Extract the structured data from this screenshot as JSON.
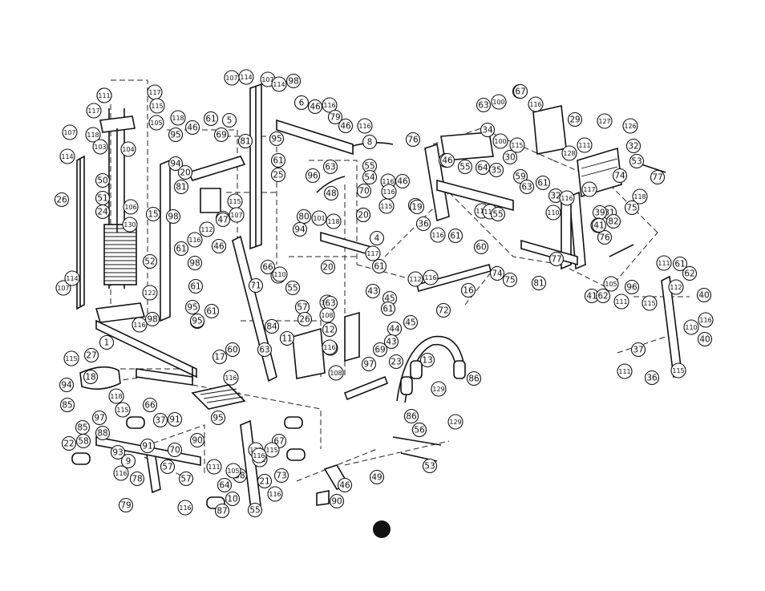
{
  "diagram": {
    "callouts": [
      "116",
      "117",
      "118",
      "107",
      "117",
      "115",
      "105",
      "103",
      "104",
      "114",
      "26",
      "50",
      "51",
      "24",
      "106",
      "130",
      "15",
      "52",
      "122",
      "107",
      "114",
      "116",
      "98",
      "1",
      "107",
      "114",
      "118",
      "46",
      "61",
      "5",
      "95",
      "69",
      "81",
      "94",
      "20",
      "81",
      "98",
      "115",
      "47",
      "61",
      "112",
      "116",
      "46",
      "98",
      "61",
      "95",
      "98",
      "61",
      "95",
      "107",
      "114",
      "107",
      "98",
      "6",
      "46",
      "116",
      "79",
      "46",
      "116",
      "8",
      "55",
      "61",
      "25",
      "95",
      "63",
      "54",
      "96",
      "48",
      "70",
      "80",
      "101",
      "118",
      "94",
      "20",
      "4",
      "117",
      "61",
      "20",
      "66",
      "116",
      "55",
      "71",
      "110",
      "57",
      "26",
      "84",
      "11",
      "63",
      "116",
      "17",
      "60",
      "116",
      "47",
      "95",
      "116",
      "63",
      "108",
      "12",
      "108",
      "116",
      "43",
      "45",
      "61",
      "44",
      "45",
      "43",
      "69",
      "97",
      "23",
      "72",
      "13",
      "129",
      "129",
      "86",
      "86",
      "53",
      "76",
      "46",
      "55",
      "64",
      "35",
      "116",
      "116",
      "20",
      "115",
      "87",
      "19",
      "36",
      "116",
      "61",
      "116",
      "116",
      "67",
      "59",
      "63",
      "61",
      "55",
      "46",
      "46",
      "60",
      "74",
      "75",
      "16",
      "112",
      "116",
      "81",
      "77",
      "67",
      "100",
      "116",
      "63",
      "34",
      "100",
      "115",
      "30",
      "29",
      "127",
      "126",
      "111",
      "32",
      "128",
      "53",
      "74",
      "117",
      "118",
      "75",
      "31",
      "82",
      "77",
      "39",
      "76",
      "105",
      "32",
      "110",
      "116",
      "41",
      "41",
      "105",
      "62",
      "96",
      "111",
      "115",
      "111",
      "61",
      "62",
      "40",
      "112",
      "116",
      "110",
      "40",
      "115",
      "37",
      "36",
      "111",
      "115",
      "27",
      "94",
      "85",
      "18",
      "118",
      "85",
      "97",
      "115",
      "66",
      "37",
      "91",
      "88",
      "22",
      "58",
      "93",
      "116",
      "78",
      "9",
      "91",
      "57",
      "79",
      "90",
      "70",
      "57",
      "58",
      "67",
      "115",
      "111",
      "105",
      "111",
      "73",
      "21",
      "116",
      "64",
      "10",
      "116",
      "87",
      "55",
      "46",
      "56",
      "53",
      "49",
      "90",
      "128",
      "116",
      "111"
    ],
    "badge_color": "#111111"
  }
}
